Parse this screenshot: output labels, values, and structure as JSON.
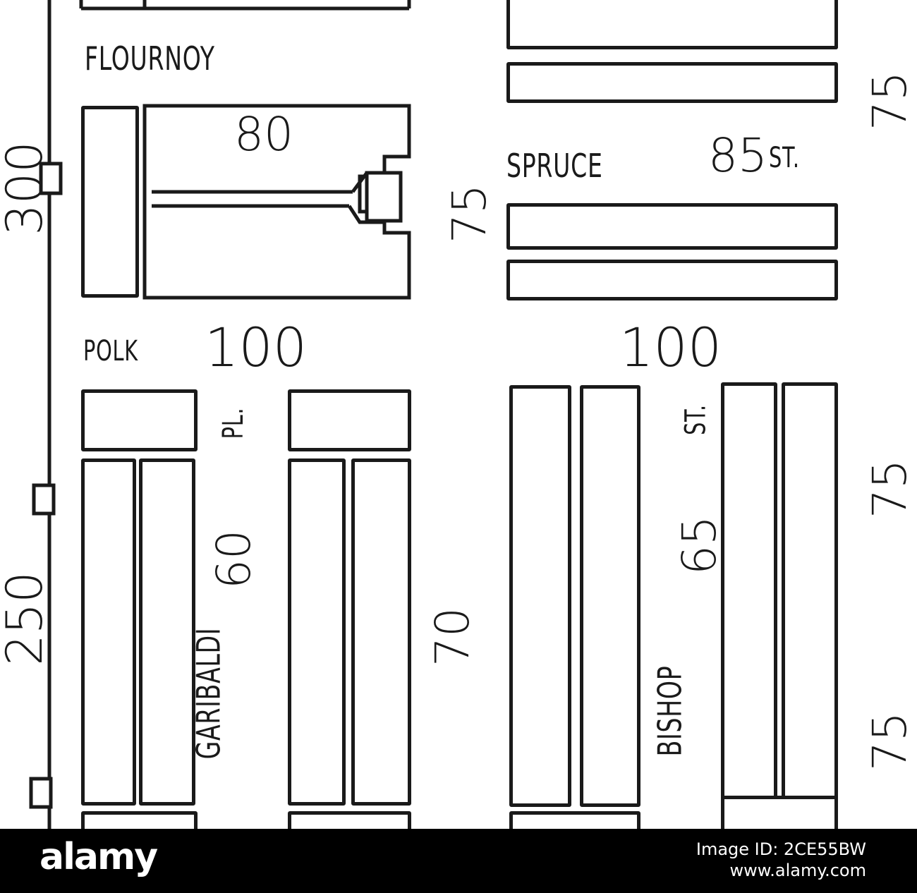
{
  "map": {
    "streets": {
      "flournoy": "FLOURNOY",
      "spruce": "SPRUCE",
      "spruce_st": "ST.",
      "polk": "POLK",
      "garibaldi": "GARIBALDI",
      "garibaldi_pl": "PL.",
      "bishop": "BISHOP",
      "bishop_st": "ST."
    },
    "numbers": {
      "contour_300": "300",
      "contour_250": "250",
      "n80": "80",
      "n85": "85",
      "n75_a": "75",
      "n75_b": "75",
      "n75_c": "75",
      "n75_d": "75",
      "polk_100": "100",
      "center_100": "100",
      "n60": "60",
      "n65": "65",
      "n70": "70"
    }
  },
  "footer": {
    "brand": "alamy",
    "image_id": "Image ID: 2CE55BW",
    "url": "www.alamy.com"
  },
  "colors": {
    "ink": "#1a1a1a",
    "paper": "#ffffff",
    "footer_bg": "#000000"
  }
}
